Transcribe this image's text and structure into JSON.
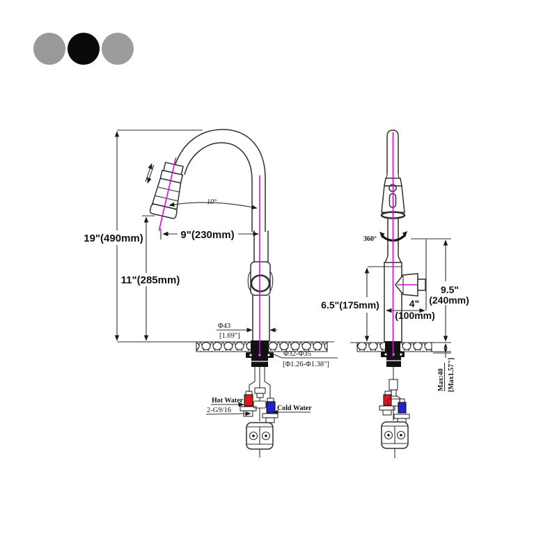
{
  "color_swatches": {
    "items": [
      {
        "name": "gray-option",
        "color": "#999999"
      },
      {
        "name": "black-option",
        "color": "#0a0a0a"
      },
      {
        "name": "gray-option-2",
        "color": "#9c9c9c"
      }
    ]
  },
  "diagram": {
    "centerline_color": "#e800e8",
    "hot_color": "#e3181c",
    "cold_color": "#2323cb",
    "left_view": {
      "overall_height": "19\"(490mm)",
      "spout_height": "11\"(285mm)",
      "spout_reach": "9\"(230mm)",
      "spout_angle": "10°",
      "body_diameter": "Φ43",
      "body_diameter_in": "[1.69\"]",
      "hole_diameter": "Φ32-Φ35",
      "hole_diameter_in": "[Φ1.26-Φ1.38\"]",
      "hot_label": "Hot Water",
      "thread_label": "2-G9/16",
      "cold_label": "Cold Water"
    },
    "right_view": {
      "rotation": "360°",
      "body_height": "6.5\"(175mm)",
      "handle_length": "4\"",
      "handle_length_mm": "(100mm)",
      "spout_height": "9.5\"",
      "spout_height_mm": "(240mm)",
      "max_deck": "Max:40",
      "max_deck_in": "[Max1.57\"]"
    }
  }
}
